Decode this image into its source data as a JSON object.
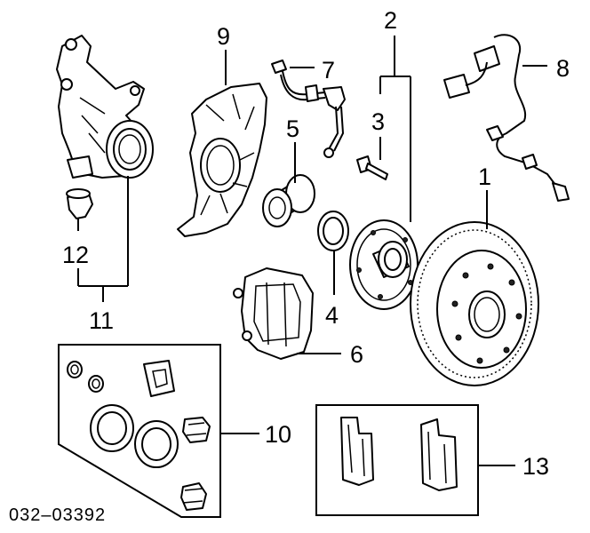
{
  "callouts": {
    "c1": "1",
    "c2": "2",
    "c3": "3",
    "c4": "4",
    "c5": "5",
    "c6": "6",
    "c7": "7",
    "c8": "8",
    "c9": "9",
    "c10": "10",
    "c11": "11",
    "c12": "12",
    "c13": "13"
  },
  "diagram_code": "032–03392"
}
